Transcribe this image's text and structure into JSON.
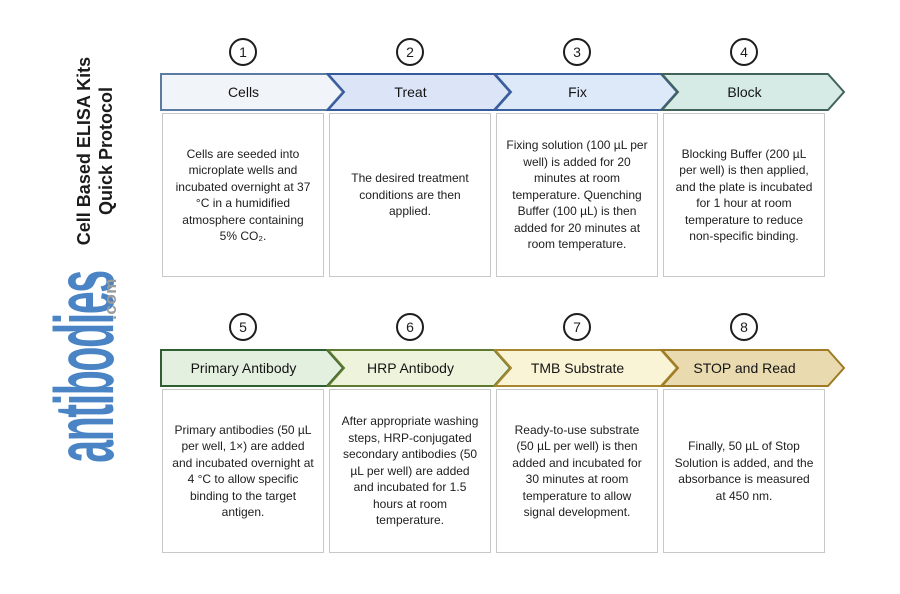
{
  "sidebar": {
    "title_line1": "Cell Based ELISA Kits",
    "title_line2": "Quick Protocol",
    "logo_text": "antibodies",
    "logo_suffix": ".com",
    "logo_color": "#4a84c4",
    "logo_suffix_color": "#9b9b9b"
  },
  "steps": [
    {
      "number": "1",
      "label": "Cells",
      "fill": "#f1f5fa",
      "stroke": "#5c7ba3",
      "description": "Cells are seeded into microplate wells and incubated overnight at 37 °C in a humidified atmosphere containing 5% CO₂."
    },
    {
      "number": "2",
      "label": "Treat",
      "fill": "#dbe5f7",
      "stroke": "#36599b",
      "description": "The desired treatment conditions are then applied."
    },
    {
      "number": "3",
      "label": "Fix",
      "fill": "#dde8f9",
      "stroke": "#3a5f9e",
      "description": "Fixing solution (100 µL per well) is added for 20 minutes at room temperature. Quenching Buffer (100 µL) is then added for 20 minutes at room temperature."
    },
    {
      "number": "4",
      "label": "Block",
      "fill": "#d6ebe5",
      "stroke": "#42635a",
      "description": "Blocking Buffer (200 µL per well) is then applied, and the plate is incubated for 1 hour at room temperature to reduce non-specific binding."
    },
    {
      "number": "5",
      "label": "Primary Antibody",
      "fill": "#e4f0df",
      "stroke": "#2f5e33",
      "description": "Primary antibodies (50 µL per well, 1×) are added and incubated overnight at 4 °C to allow specific binding to the target antigen."
    },
    {
      "number": "6",
      "label": "HRP Antibody",
      "fill": "#eef3db",
      "stroke": "#5e7a2e",
      "description": "After appropriate washing steps, HRP-conjugated secondary antibodies (50 µL per well) are added and incubated for 1.5 hours at room temperature."
    },
    {
      "number": "7",
      "label": "TMB Substrate",
      "fill": "#faf4d7",
      "stroke": "#a8862f",
      "description": "Ready-to-use substrate (50 µL per well) is then added and incubated for 30 minutes at room temperature to allow signal development."
    },
    {
      "number": "8",
      "label": "STOP and Read",
      "fill": "#e9dab0",
      "stroke": "#9e7b24",
      "description": "Finally, 50 µL of Stop Solution is added, and the absorbance is measured at 450 nm."
    }
  ]
}
